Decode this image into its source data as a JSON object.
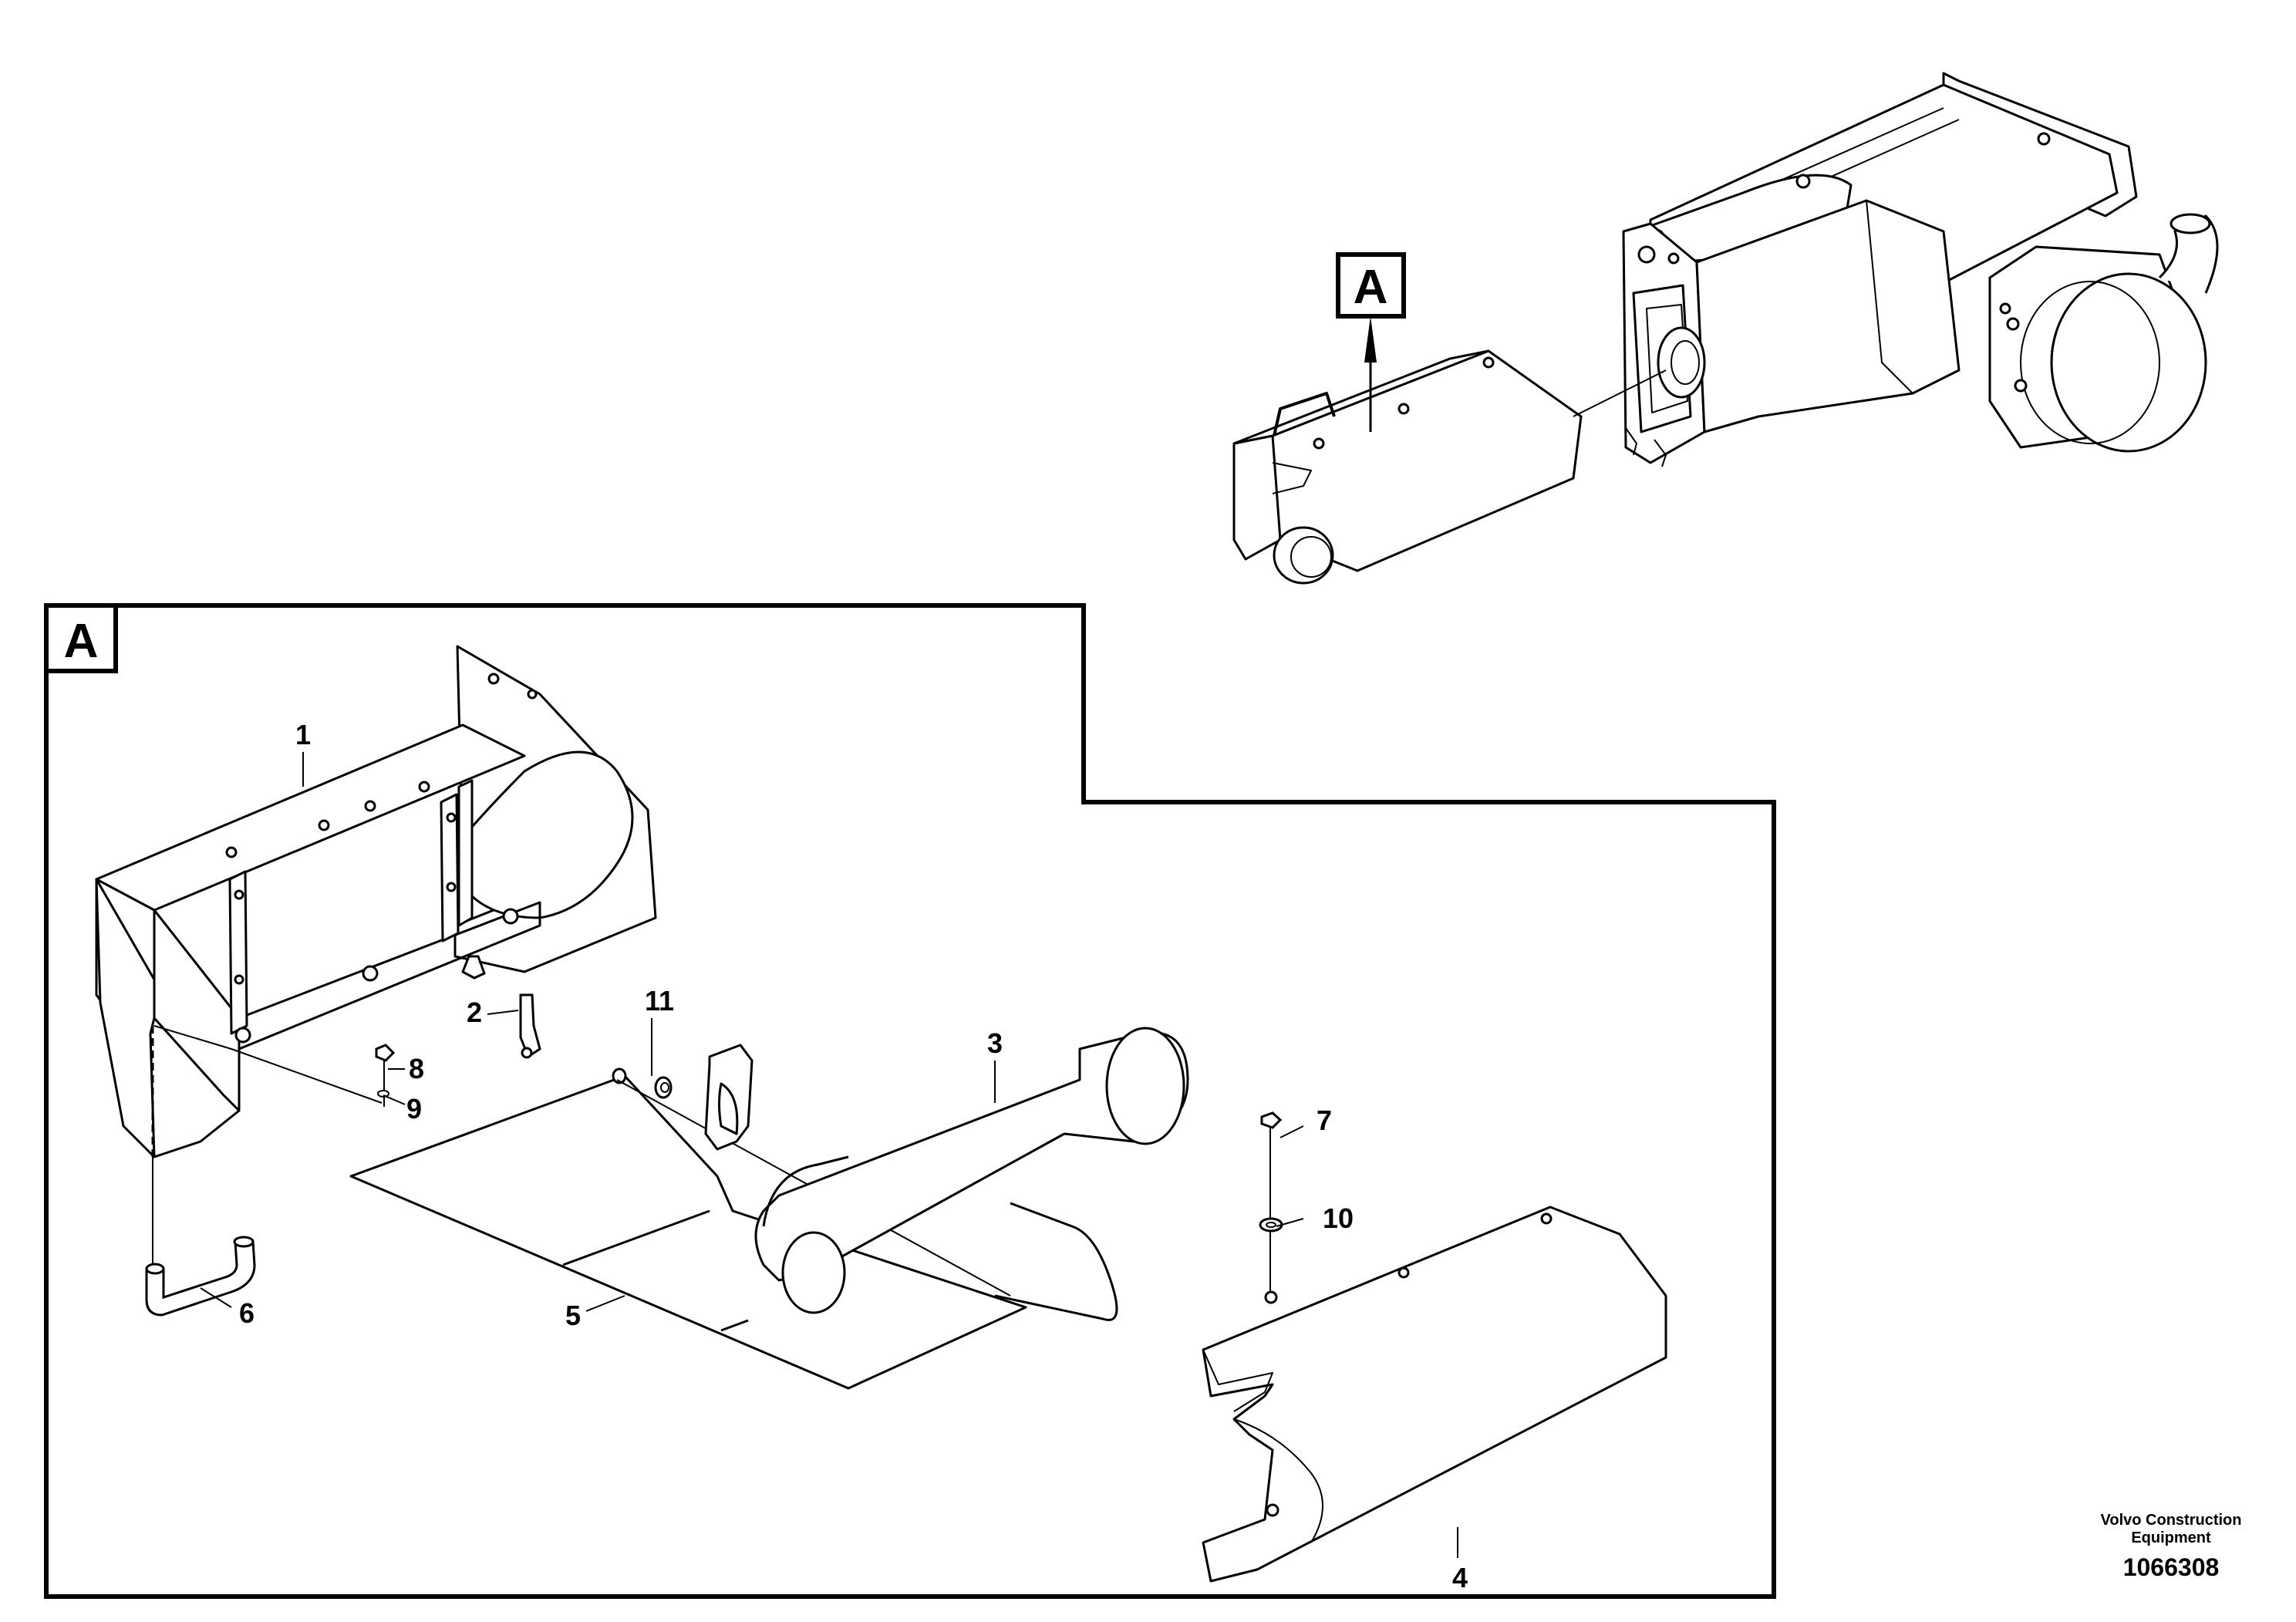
{
  "view_marker": "A",
  "detail_marker": "A",
  "callouts": {
    "c1": "1",
    "c2": "2",
    "c3": "3",
    "c4": "4",
    "c5": "5",
    "c6": "6",
    "c7": "7",
    "c8": "8",
    "c9": "9",
    "c10": "10",
    "c11": "11"
  },
  "footer": {
    "company_line1": "Volvo Construction",
    "company_line2": "Equipment",
    "drawing_number": "1066308"
  },
  "colors": {
    "line": "#000000",
    "background": "#ffffff"
  }
}
